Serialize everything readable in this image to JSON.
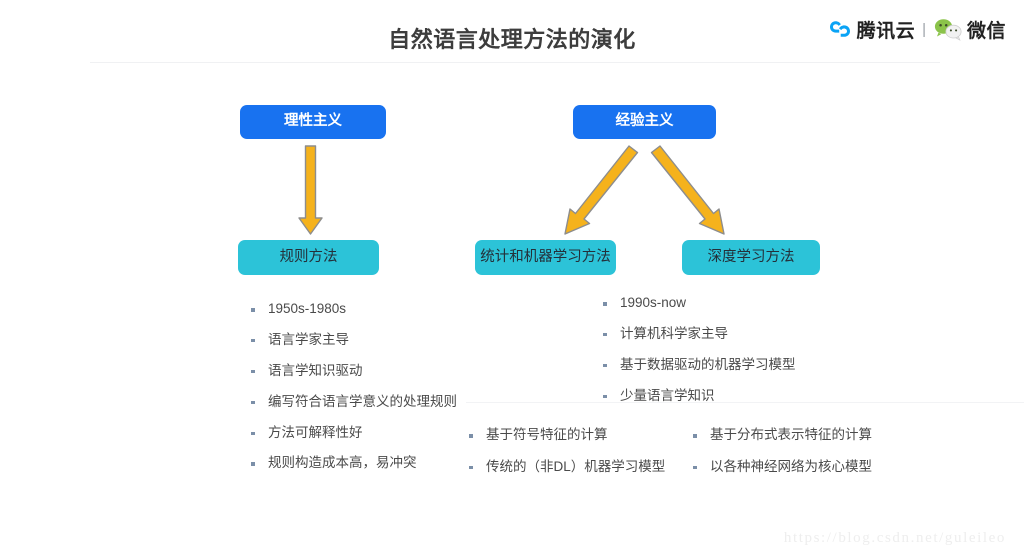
{
  "slide": {
    "title": "自然语言处理方法的演化",
    "watermark": "https://blog.csdn.net/guleileo",
    "colors": {
      "primary_node": "#1872f0",
      "secondary_node": "#2cc3d8",
      "arrow": "#f5b21c",
      "arrow_outline": "#8c8c8c",
      "title_text": "#3d3d3d",
      "body_text": "#4a4a4a",
      "bullet_marker": "#7b8fa8",
      "divider": "#f0f1f3",
      "watermark": "#eeeeee"
    }
  },
  "brand": {
    "cloud_icon": "tencent-cloud-icon",
    "cloud_label": "腾讯云",
    "separator": "|",
    "wechat_icon": "wechat-icon",
    "wechat_label": "微信"
  },
  "nodes": {
    "rationalism": {
      "label": "理性主义",
      "type": "primary"
    },
    "empiricism": {
      "label": "经验主义",
      "type": "primary"
    },
    "rule_method": {
      "label": "规则方法",
      "type": "secondary"
    },
    "stat_ml": {
      "label": "统计和机器学习方法",
      "type": "secondary"
    },
    "deep_learning": {
      "label": "深度学习方法",
      "type": "secondary"
    }
  },
  "arrows": [
    {
      "name": "arrow-rationalism-to-rule",
      "from": "rationalism",
      "to": "rule_method",
      "direction": "down"
    },
    {
      "name": "arrow-empiricism-to-stat-ml",
      "from": "empiricism",
      "to": "stat_ml",
      "direction": "down-left"
    },
    {
      "name": "arrow-empiricism-to-deep-learning",
      "from": "empiricism",
      "to": "deep_learning",
      "direction": "down-right"
    }
  ],
  "lists": {
    "rule_method": [
      "1950s-1980s",
      "语言学家主导",
      "语言学知识驱动",
      "编写符合语言学意义的处理规则",
      "方法可解释性好",
      "规则构造成本高，易冲突"
    ],
    "empirical": [
      "1990s-now",
      "计算机科学家主导",
      "基于数据驱动的机器学习模型",
      "少量语言学知识"
    ],
    "stat_ml": [
      "基于符号特征的计算",
      "传统的（非DL）机器学习模型"
    ],
    "deep_learning": [
      "基于分布式表示特征的计算",
      "以各种神经网络为核心模型"
    ]
  }
}
